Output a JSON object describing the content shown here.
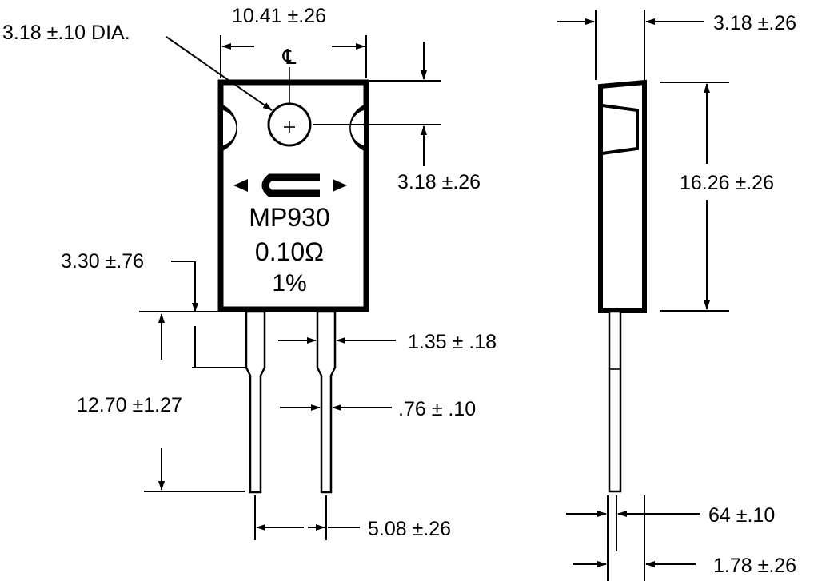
{
  "part": {
    "model": "MP930",
    "resistance": "0.10Ω",
    "tolerance": "1%",
    "centerline_symbol": "℄"
  },
  "dimensions": {
    "hole_diameter": "3.18 ±.10 DIA.",
    "body_width": "10.41 ±.26",
    "hole_offset": "3.18 ±.26",
    "lead_shoulder": "3.30 ±.76",
    "lead_length": "12.70 ±1.27",
    "lead_wide_width": "1.35 ± .18",
    "lead_narrow_width": ".76 ± .10",
    "lead_spacing": "5.08 ±.26",
    "body_thickness": "3.18 ±.26",
    "body_height": "16.26 ±.26",
    "lead_thickness": "64 ±.10",
    "tab_offset": "1.78 ±.26"
  }
}
